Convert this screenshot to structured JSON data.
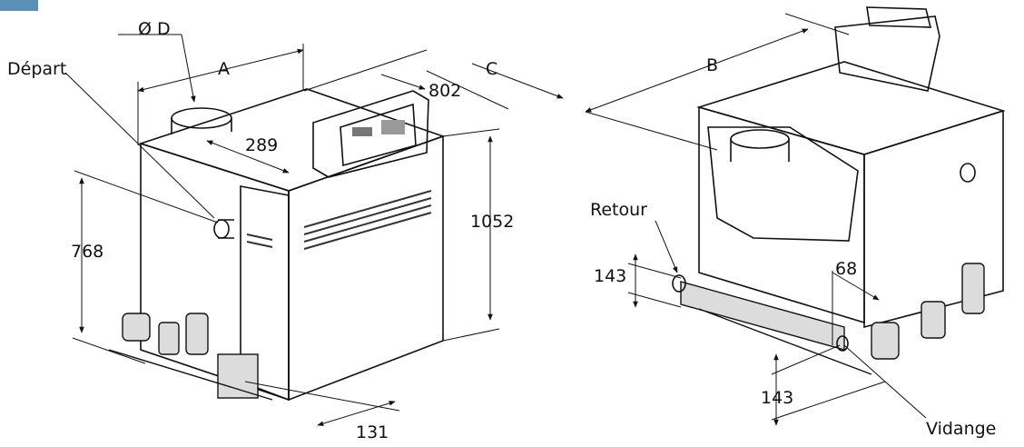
{
  "labels": {
    "diameter": "Ø D",
    "depart": "Départ",
    "dim_a": "A",
    "dim_b": "B",
    "dim_c": "C",
    "dim_802": "802",
    "dim_289": "289",
    "dim_1052": "1052",
    "dim_768": "768",
    "dim_131": "131",
    "retour": "Retour",
    "dim_143_top": "143",
    "dim_68": "68",
    "dim_143_bottom": "143",
    "vidange": "Vidange"
  },
  "colors": {
    "accent_corner": "#5a8fb8",
    "panel_gray": "#c9c9c9",
    "panel_dark": "#9a9a9a",
    "line": "#111111"
  }
}
